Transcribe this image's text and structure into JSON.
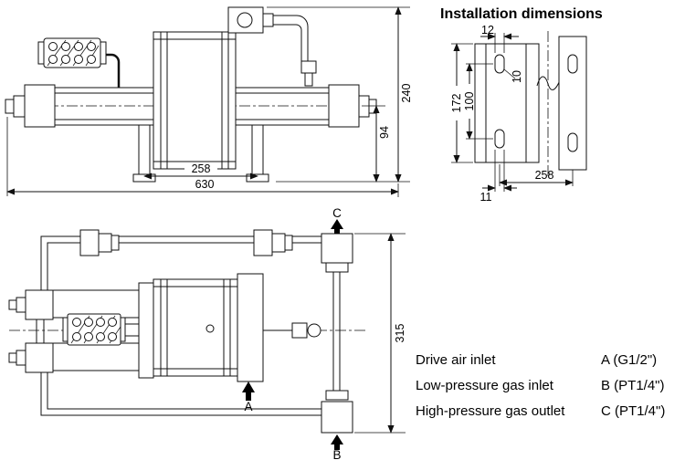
{
  "title": "Installation dimensions",
  "side_view": {
    "dim_total_width": "630",
    "dim_foot_spacing": "258",
    "dim_total_height": "240",
    "dim_axis_height": "94"
  },
  "bracket": {
    "dim_slot_width": "12",
    "dim_hole": "10",
    "dim_height_total": "172",
    "dim_hole_spacing": "100",
    "dim_bracket_spacing": "258",
    "dim_thickness": "11"
  },
  "top_view": {
    "dim_depth": "315",
    "port_a": "A",
    "port_b": "B",
    "port_c": "C"
  },
  "legend": {
    "rows": [
      {
        "label": "Drive air inlet",
        "value": "A (G1/2\")"
      },
      {
        "label": "Low-pressure gas inlet",
        "value": "B (PT1/4\")"
      },
      {
        "label": "High-pressure gas outlet",
        "value": "C (PT1/4\")"
      }
    ]
  }
}
